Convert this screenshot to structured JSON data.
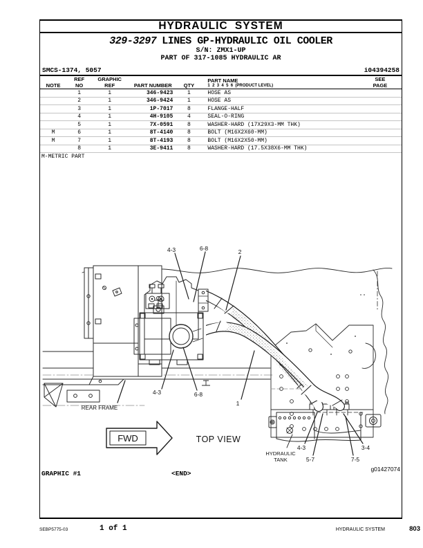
{
  "header": {
    "section_title": "HYDRAULIC SYSTEM",
    "part_number": "329-3297",
    "title_rest": "LINES GP-HYDRAULIC OIL COOLER",
    "serial_line": "S/N: ZMX1-UP",
    "part_of_line": "PART OF 317-1085 HYDRAULIC AR",
    "smcs_code": "SMCS-1374, 5057",
    "media_number": "i04394258"
  },
  "parts_table": {
    "headers": {
      "note": "NOTE",
      "ref_line1": "REF",
      "ref_line2": "NO",
      "graphic_line1": "GRAPHIC",
      "graphic_line2": "REF",
      "part_number": "PART NUMBER",
      "qty": "QTY",
      "part_name": "PART NAME",
      "product_level": "1  2  3  4  5  6  (PRODUCT LEVEL)",
      "see_line1": "SEE",
      "see_line2": "PAGE"
    },
    "rows": [
      {
        "note": "",
        "ref_no": "1",
        "graphic_ref": "1",
        "part_number": "346-9423",
        "qty": "1",
        "part_name": "HOSE AS",
        "see_page": ""
      },
      {
        "note": "",
        "ref_no": "2",
        "graphic_ref": "1",
        "part_number": "346-9424",
        "qty": "1",
        "part_name": "HOSE AS",
        "see_page": ""
      },
      {
        "note": "",
        "ref_no": "3",
        "graphic_ref": "1",
        "part_number": "1P-7017",
        "qty": "8",
        "part_name": "FLANGE-HALF",
        "see_page": ""
      },
      {
        "note": "",
        "ref_no": "4",
        "graphic_ref": "1",
        "part_number": "4H-9105",
        "qty": "4",
        "part_name": "SEAL-O-RING",
        "see_page": ""
      },
      {
        "note": "",
        "ref_no": "5",
        "graphic_ref": "1",
        "part_number": "7X-0591",
        "qty": "8",
        "part_name": "WASHER-HARD (17X29X3-MM THK)",
        "see_page": ""
      },
      {
        "note": "M",
        "ref_no": "6",
        "graphic_ref": "1",
        "part_number": "8T-4140",
        "qty": "8",
        "part_name": "BOLT (M16X2X60-MM)",
        "see_page": ""
      },
      {
        "note": "M",
        "ref_no": "7",
        "graphic_ref": "1",
        "part_number": "8T-4193",
        "qty": "8",
        "part_name": "BOLT (M16X2X50-MM)",
        "see_page": ""
      },
      {
        "note": "",
        "ref_no": "8",
        "graphic_ref": "1",
        "part_number": "3E-9411",
        "qty": "8",
        "part_name": "WASHER-HARD (17.5X38X6-MM THK)",
        "see_page": ""
      }
    ],
    "footnote": "M-METRIC PART"
  },
  "diagram": {
    "callouts": {
      "upper_43": "4-3",
      "upper_68": "6-8",
      "item_2": "2",
      "lower_43": "4-3",
      "lower_68": "6-8",
      "item_1": "1",
      "tank_43": "4-3",
      "tank_57": "5-7",
      "tank_34": "3-4",
      "tank_75": "7-5"
    },
    "rear_frame_label": "REAR FRAME",
    "fwd_label": "FWD",
    "top_view_label": "TOP VIEW",
    "tank_label_line1": "HYDRAULIC",
    "tank_label_line2": "TANK",
    "graphic_caption": "GRAPHIC #1",
    "end_marker": "<END>",
    "graphic_id": "g01427074"
  },
  "footer": {
    "document_code": "SEBP5775-03",
    "page_of": "1 of 1",
    "section": "HYDRAULIC SYSTEM",
    "page_number": "803"
  }
}
